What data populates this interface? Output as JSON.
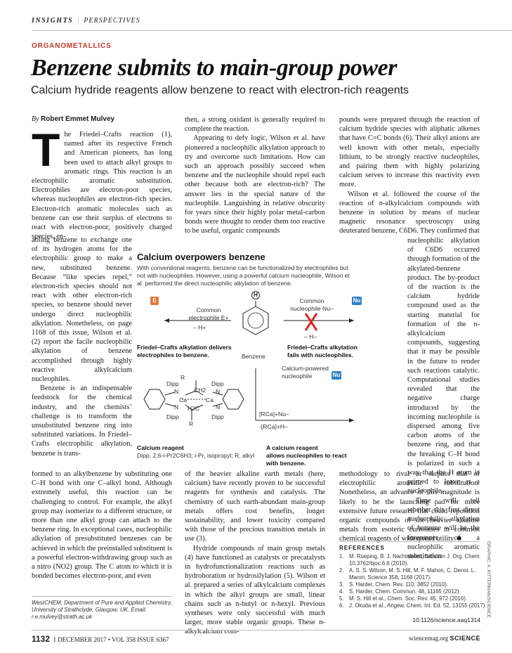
{
  "header": {
    "section": "INSIGHTS",
    "sub": "PERSPECTIVES"
  },
  "kicker": "ORGANOMETALLICS",
  "title": "Benzene submits to main-group power",
  "subtitle": "Calcium hydride reagents allow benzene to react with electron-rich reagents",
  "byline": {
    "prefix": "By",
    "author": "Robert Emmet Mulvey"
  },
  "col1": {
    "dropcap": "T",
    "p1_top": "he Friedel–Crafts reaction (1), named after its respective French and American pioneers, has long been used to attach alkyl groups to aromatic rings. This reaction is an electrophilic aromatic substitution. Electrophiles are electron-poor species, whereas nucleophiles are electron-rich species. Electron-rich aromatic molecules such as benzene can use their surplus of electrons to react with electron-poor, positively charged species, en-",
    "p1_narrow": "abling benzene to exchange one of its hydrogen atoms for the electrophilic group to make a new, substituted benzene. Because “like species repel,” electron-rich species should not react with other electron-rich species, so benzene should never undergo direct nucleophilic alkylation. Nonetheless, on page 1168 of this issue, Wilson et al. (2) report the facile nucleophilic alkylation of benzene accomplished through highly reactive alkylcalcium nucleophiles.",
    "p2_narrow": "Benzene is an indispensable feedstock for the chemical industry, and the chemists’ challenge is to transform the unsubstituted benzene ring into substituted variations. In Friedel–Crafts electrophilic alkylation, benzene is trans-",
    "p2_wide": "formed to an alkylbenzene by substituting one C–H bond with one C–alkyl bond. Although extremely useful, this reaction can be challenging to control. For example, the alkyl group may isomerize to a different structure, or more than one alkyl group can attach to the benzene ring. In exceptional cases, nucleophilic alkylation of presubstituted benzenes can be achieved in which the preinstalled substituent is a powerful electron-withdrawing group such as a nitro (NO2) group. The C atom to which it is bonded becomes electron-poor, and even"
  },
  "col2": {
    "p1": "then, a strong oxidant is generally required to complete the reaction.",
    "p2": "Appearing to defy logic, Wilson et al. have pioneered a nucleophilic alkylation approach to try and overcome such limitations. How can such an approach possibly succeed when benzene and the nucleophile should repel each other because both are electron-rich? The answer lies in the special nature of the nucleophile. Languishing in relative obscurity for years since their highly polar metal-carbon bonds were thought to render them too reactive to be useful, organic compounds",
    "p3": "of the heavier alkaline earth metals (here, calcium) have recently proven to be successful reagents for synthesis and catalysis. The chemistry of such earth-abundant main-group metals offers cost benefits, longer sustainability, and lower toxicity compared with those of the precious transition metals in use (3).",
    "p4": "Hydride compounds of main group metals (4) have functioned as catalysts or precatalysts in hydrofunctionalization reactions such as hydroboration or hydrosilylation (5). Wilson et al. prepared a series of alkylcalcium complexes in which the alkyl groups are small, linear chains such as n-butyl or n-hexyl. Previous syntheses were only successful with much larger, more stable organic groups. These n-alkylcalcium com-"
  },
  "col3": {
    "p1": "pounds were prepared through the reaction of calcium hydride species with aliphatic alkenes that have C=C bonds (6). Their alkyl anions are well known with other metals, especially lithium, to be strongly reactive nucleophiles, and pairing them with highly polarizing calcium serves to increase this reactivity even more.",
    "p2": "Wilson et al. followed the course of the reaction of n-alkylcalcium compounds with benzene in solution by means of nuclear magnetic resonance spectroscopy using deuterated benzene, C6D6. They confirmed that",
    "p2_narrow": "nucleophilic alkylation of C6D6 occurred through formation of the alkylated-benzene product. The by-product of the reaction is the calcium hydride compound used as the starting material for formation of the n-alkylcalcium compounds, suggesting that it may be possible in the future to render such reactions catalytic. Computational studies revealed that the negative charge introduced by the incoming nucleophile is dispersed among five carbon atoms of the benzene ring, and that the breaking C–H bond is polarized in such a way that the H atom is primed to leave as a nucleophile.",
    "p3_narrow": "Time will tell whether this first direct nucleophilic alkylation of benzene will be the forerunner of a nucleophilic aromatic substitution",
    "p3_wide": "methodology to rival or surpass that of electrophilic aromatic substitution. Nonetheless, an advance of this magnitude is likely to be the launching pad for more extensive future research that could reposition organic compounds of the heavier alkaline metals from esoteric curiosities to common chemical reagents of widespread utility. ■"
  },
  "figure": {
    "title": "Calcium overpowers benzene",
    "caption": "With conventional reagents, benzene can be functionalized by electrophiles but not with nucleophiles. However, using a powerful calcium nucleophile, Wilson et al. performed the direct nucleophilic alkylation of benzene.",
    "badge_e": "E",
    "badge_h": "H",
    "badge_nu": "Nu",
    "common_electrophile": "Common electrophile E+",
    "minus_hplus": "– H+",
    "common_nucleophile": "Common nucleophile Nu–",
    "minus_hminus": "– H–",
    "benzene": "Benzene",
    "fc_left": "Friedel–Crafts alkylation delivers electrophiles to benzene.",
    "fc_right": "Friedel–Crafts alkylation fails with nucleophiles.",
    "ca_powered": "Calcium-powered nucleophile",
    "rca_nu": "[RCa]+Nu–",
    "rca_h": "-[RCa]+H–",
    "reagent_title": "Calcium reagent",
    "reagent_desc": "Dipp, 2,6-i-Pr2C6H3; i-Pr, isopropyl; R, alkyl",
    "acal_title": "A calcium reagent",
    "acal_desc": "allows nucleophiles to react with benzene.",
    "chem": {
      "R": "R",
      "Dipp": "Dipp",
      "N": "N",
      "Ca": "Ca",
      "CH2": "CH2",
      "H2C": "H2C"
    }
  },
  "affiliation": "WestCHEM, Department of Pure and Applied Chemistry, University of Strathclyde, Glasgow, UK. Email: r.e.mulvey@strath.ac.uk",
  "references": {
    "heading": "REFERENCES",
    "items": [
      {
        "n": "1.",
        "t": "M. Rueping, B. J. Nachtsheim, Beilstein J. Org. Chem. 10.3762/bjoc.6.6 (2010)."
      },
      {
        "n": "2.",
        "t": "A. S. S. Wilson, M. S. Hill, M. F. Mahon, C. Denoi, L. Maron, Science 358, 1168 (2017)."
      },
      {
        "n": "3.",
        "t": "S. Harder, Chem. Rev. 110, 3852 (2010)."
      },
      {
        "n": "4.",
        "t": "S. Harder, Chem. Commun. 48, 11165 (2012)."
      },
      {
        "n": "5.",
        "t": "M. S. Hill et al., Chem. Soc. Rev. 45, 972 (2016)."
      },
      {
        "n": "6.",
        "t": "J. Okuda et al., Angew. Chem. Int. Ed. 52, 13155 (2017)."
      }
    ]
  },
  "doi": "10.1126/science.aaq1314",
  "credit": "GRAPHIC: A. KITTERMAN/SCIENCE",
  "footer": {
    "page": "1132",
    "issue": "1 DECEMBER 2017 • VOL 358 ISSUE 6367",
    "site": "sciencemag.org",
    "journal": "SCIENCE"
  },
  "colors": {
    "accent": "#c0392b",
    "nu_badge": "#2d83c5",
    "e_badge": "#e07b39",
    "red_x": "#d62a2a"
  }
}
